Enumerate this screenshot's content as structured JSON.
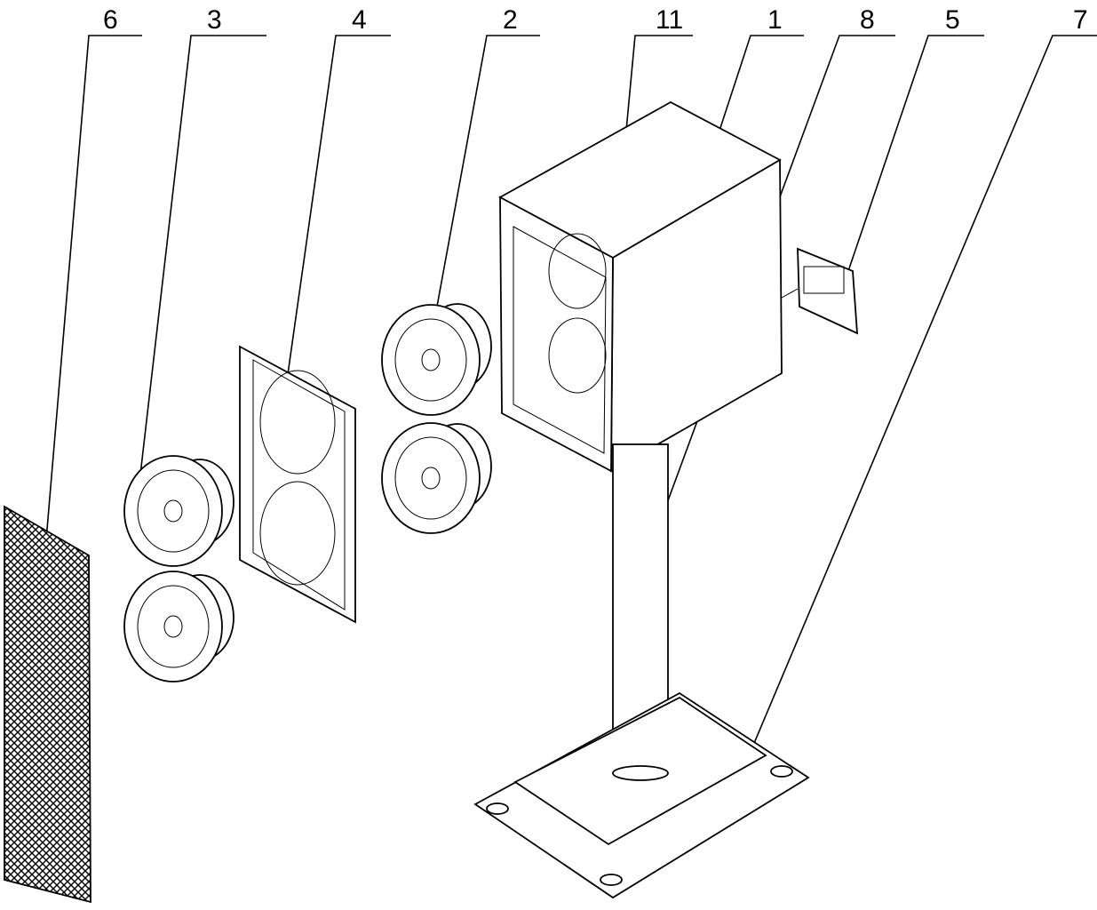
{
  "diagram": {
    "callouts": [
      {
        "id": "6",
        "label": "6"
      },
      {
        "id": "3",
        "label": "3"
      },
      {
        "id": "4",
        "label": "4"
      },
      {
        "id": "2",
        "label": "2"
      },
      {
        "id": "11",
        "label": "11"
      },
      {
        "id": "1",
        "label": "1"
      },
      {
        "id": "8",
        "label": "8"
      },
      {
        "id": "5",
        "label": "5"
      },
      {
        "id": "7",
        "label": "7"
      }
    ]
  }
}
